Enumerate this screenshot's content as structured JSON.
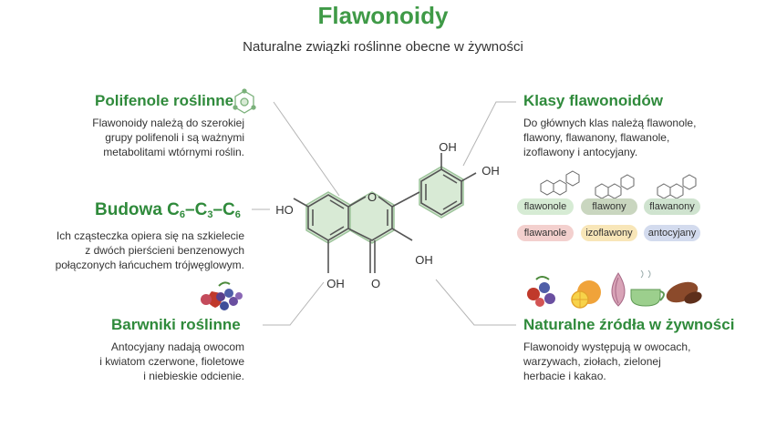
{
  "title": "Flawonoidy",
  "subtitle": "Naturalne związki roślinne obecne w żywności",
  "polyphenols": {
    "heading": "Polifenole roślinne",
    "icon": "molecule-icon",
    "lines": [
      "Flawonoidy należą do szerokiej",
      "grupy polifenoli i są ważnymi",
      "metabolitami wtórnymi roślin."
    ]
  },
  "structure": {
    "heading_prefix": "Budowa C",
    "heading_parts": [
      "6",
      "–C",
      "3",
      "–C",
      "6"
    ],
    "lines": [
      "Ich cząsteczka opiera się na szkielecie",
      "z dwóch pierścieni benzenowych",
      "połączonych łańcuchem trójwęglowym."
    ]
  },
  "pigments": {
    "heading": "Barwniki roślinne",
    "icon": "berries-icon",
    "lines": [
      "Antocyjany nadają owocom",
      "i kwiatom czerwone, fioletowe",
      "i niebieskie odcienie."
    ]
  },
  "classes": {
    "heading": "Klasy flawonoidów",
    "lines": [
      "Do głównych klas należą flawonole,",
      "flawony, flawanony, flawanole,",
      "izoflawony i antocyjany."
    ],
    "pills": [
      {
        "label": "flawonole",
        "color": "#d6ebd4"
      },
      {
        "label": "flawony",
        "color": "#c9d6bf"
      },
      {
        "label": "flawanony",
        "color": "#cfe3cf"
      },
      {
        "label": "flawanole",
        "color": "#f3d0ce"
      },
      {
        "label": "izoflawony",
        "color": "#f8e6b8"
      },
      {
        "label": "antocyjany",
        "color": "#d3dbee"
      }
    ]
  },
  "sources": {
    "heading": "Naturalne źródła w żywności",
    "icons": [
      "berries-icon",
      "citrus-icon",
      "onion-icon",
      "tea-cup-icon",
      "cocoa-icon"
    ],
    "lines": [
      "Flawonoidy występują w owocach,",
      "warzywach, ziołach, zielonej",
      "herbacie i kakao."
    ]
  },
  "molecule": {
    "labels": {
      "oh_top": "OH",
      "oh_right": "OH",
      "oh_left": "HO",
      "oh_mid": "OH",
      "oh_bottom": "OH",
      "o_ring": "O",
      "o_carbonyl": "O"
    },
    "colors": {
      "ring_fill": "#d8ead5",
      "ring_stroke": "#9cc39a",
      "bond": "#555555"
    }
  },
  "colors": {
    "accent": "#3f9a47",
    "heading": "#2f8a3b",
    "leader": "#b5b5b5"
  }
}
